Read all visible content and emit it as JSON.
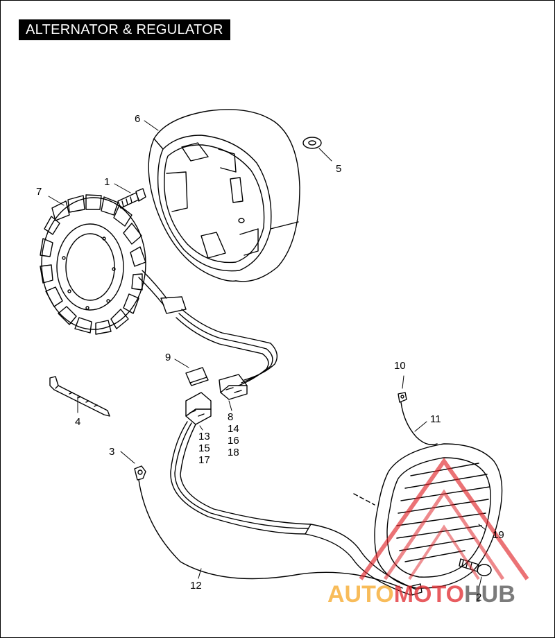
{
  "title": "ALTERNATOR & REGULATOR",
  "callouts": {
    "c1": "1",
    "c2": "2",
    "c3": "3",
    "c4": "4",
    "c5": "5",
    "c6": "6",
    "c7": "7",
    "c8": "8",
    "c9": "9",
    "c10": "10",
    "c11": "11",
    "c12": "12",
    "c13": "13",
    "c14": "14",
    "c15": "15",
    "c16": "16",
    "c17": "17",
    "c18": "18",
    "c19": "19"
  },
  "watermark": {
    "part1": "AUTO",
    "part2": "MOTO",
    "part3": "HUB",
    "color_orange": "#f6a623",
    "color_red": "#e0262b",
    "color_gray": "#5a5a5a"
  }
}
